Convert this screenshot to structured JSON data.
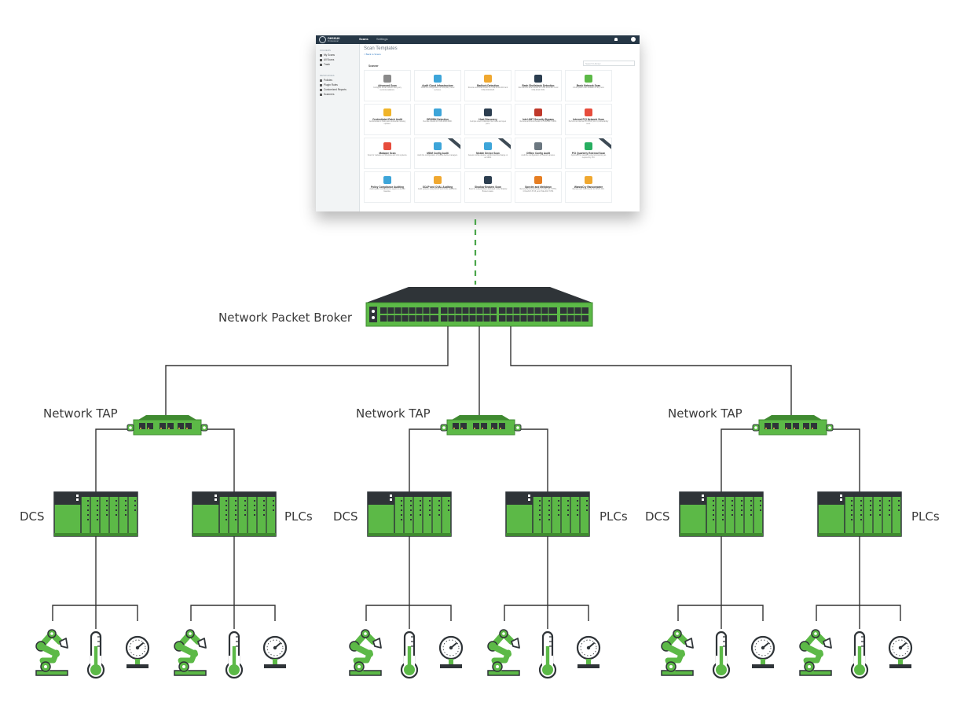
{
  "labels": {
    "network_packet_broker": "Network Packet Broker",
    "network_tap": "Network TAP",
    "dcs": "DCS",
    "plcs": "PLCs"
  },
  "colors": {
    "device_green": "#5cb947",
    "device_dark_green": "#3f8a30",
    "chassis_dark": "#2f3438",
    "line": "#333333",
    "dashed_link": "#4aa54a"
  },
  "app": {
    "brand": "nessus",
    "brand_sub": "Professional",
    "nav": {
      "scans": "Scans",
      "settings": "Settings"
    },
    "sidebar": {
      "folders_heading": "FOLDERS",
      "folders": [
        "My Scans",
        "All Scans",
        "Trash"
      ],
      "resources_heading": "RESOURCES",
      "resources": [
        "Policies",
        "Plugin Rules",
        "Customized Reports",
        "Scanners"
      ]
    },
    "page_title": "Scan Templates",
    "back_link": "< Back to Scans",
    "search_placeholder": "Search Library",
    "section": "Scanner",
    "templates": [
      {
        "name": "Advanced Scan",
        "desc": "Configure a scan without using any recommendations.",
        "icon": "gears-icon",
        "color": "#8a8a8a"
      },
      {
        "name": "Audit Cloud Infrastructure",
        "desc": "Audit the configuration of third-party cloud services.",
        "icon": "cloud-icon",
        "color": "#3da5d9"
      },
      {
        "name": "Badlock Detection",
        "desc": "Remote and local checks for CVE-2016-2118 and CVE-2016-0128.",
        "icon": "lock-icon",
        "color": "#f0a830"
      },
      {
        "name": "Bash Shellshock Detection",
        "desc": "Remote and local checks for CVE-2014-6271 and CVE-2014-7169.",
        "icon": "monitor-icon",
        "color": "#2c3e50"
      },
      {
        "name": "Basic Network Scan",
        "desc": "A full system scan suitable for any host.",
        "icon": "pulse-icon",
        "color": "#5cb947"
      },
      {
        "name": "Credentialed Patch Audit",
        "desc": "Authenticate to hosts and enumerate missing updates.",
        "icon": "key-icon",
        "color": "#f0b429"
      },
      {
        "name": "DROWN Detection",
        "desc": "Remote checks for CVE-2016-0800.",
        "icon": "globe-icon",
        "color": "#3da5d9"
      },
      {
        "name": "Host Discovery",
        "desc": "A simple scan to discover live hosts and open ports.",
        "icon": "radar-icon",
        "color": "#2c3e50"
      },
      {
        "name": "Intel AMT Security Bypass",
        "desc": "Remote and local checks for CVE-2017-5689.",
        "icon": "chip-icon",
        "color": "#c0392b"
      },
      {
        "name": "Internal PCI Network Scan",
        "desc": "Perform an internal PCI DSS (11.2.1) vulnerability scan.",
        "icon": "card-icon",
        "color": "#e74c3c"
      },
      {
        "name": "Malware Scan",
        "desc": "Scan for malware on Windows and Unix systems.",
        "icon": "shield-icon",
        "color": "#e74c3c"
      },
      {
        "name": "MDM Config Audit",
        "desc": "Audit the configuration of mobile device managers.",
        "icon": "phone-icon",
        "color": "#3da5d9",
        "ribbon": true
      },
      {
        "name": "Mobile Device Scan",
        "desc": "Assess mobile devices via Microsoft Exchange or an MDM.",
        "icon": "tablet-icon",
        "color": "#3da5d9",
        "ribbon": true
      },
      {
        "name": "Offline Config Audit",
        "desc": "Audit the configuration of network devices.",
        "icon": "server-icon",
        "color": "#6b7780"
      },
      {
        "name": "PCI Quarterly External Scan",
        "desc": "Approved for quarterly external scanning as required by PCI.",
        "icon": "card-icon",
        "color": "#27ae60",
        "ribbon": true
      },
      {
        "name": "Policy Compliance Auditing",
        "desc": "Audit system configurations against a known baseline.",
        "icon": "clipboard-icon",
        "color": "#3da5d9"
      },
      {
        "name": "SCAP and OVAL Auditing",
        "desc": "Audit systems using SCAP and OVAL definitions.",
        "icon": "lock-icon",
        "color": "#f0a830"
      },
      {
        "name": "Shadow Brokers Scan",
        "desc": "Scan for vulnerabilities disclosed in the Shadow Brokers leaks.",
        "icon": "hood-icon",
        "color": "#2c3e50"
      },
      {
        "name": "Spectre and Meltdown",
        "desc": "Remote and local checks for CVE-2017-5753, CVE-2017-5715, and CVE-2017-5754",
        "icon": "ghost-shield-icon",
        "color": "#e67e22"
      },
      {
        "name": "WannaCry Ransomware",
        "desc": "Remote and local checks for MS17-010.",
        "icon": "lock-icon",
        "color": "#f0a830"
      }
    ]
  }
}
